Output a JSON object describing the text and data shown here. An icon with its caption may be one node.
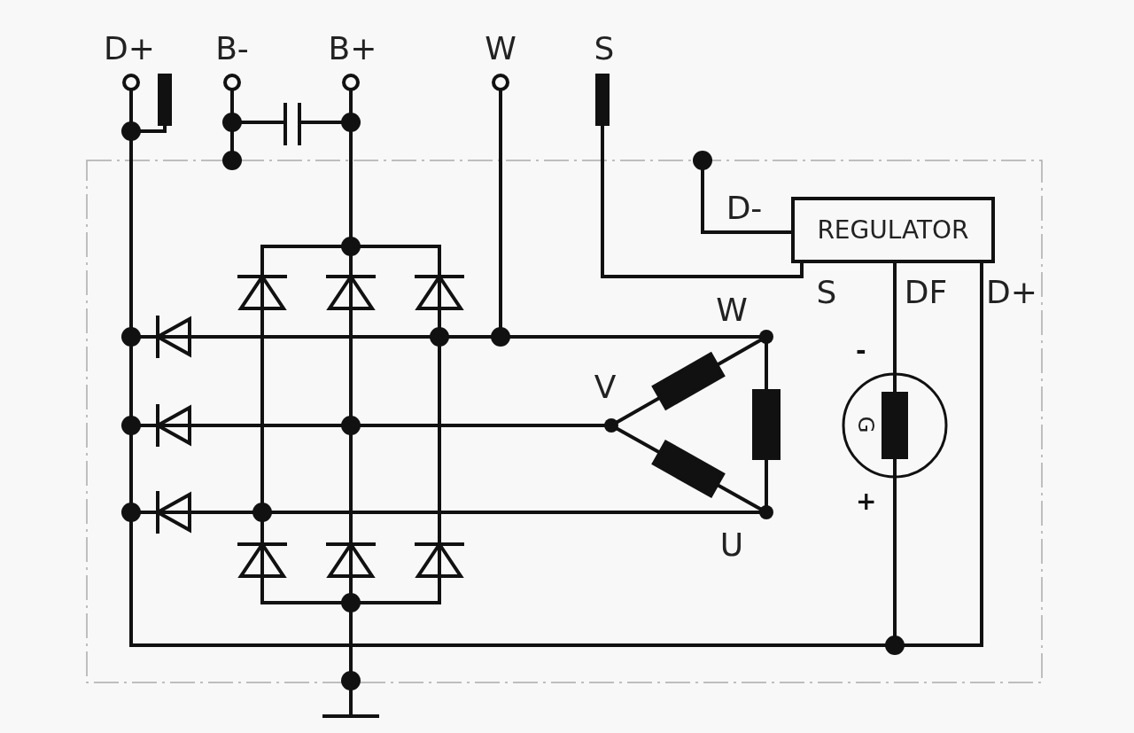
{
  "diagram": {
    "nodes": [
      {
        "text": [
          "REGULATOR"
        ]
      },
      {
        "text": [
          "G"
        ],
        "beside": [
          "-",
          "+"
        ]
      }
    ],
    "edges": [
      {
        "from": 0,
        "to": 1,
        "arrow": "none"
      }
    ],
    "labels": [
      "D+",
      "B-",
      "B+",
      "W",
      "S",
      "D-",
      "S",
      "DF",
      "D+",
      "W",
      "V",
      "U"
    ]
  }
}
